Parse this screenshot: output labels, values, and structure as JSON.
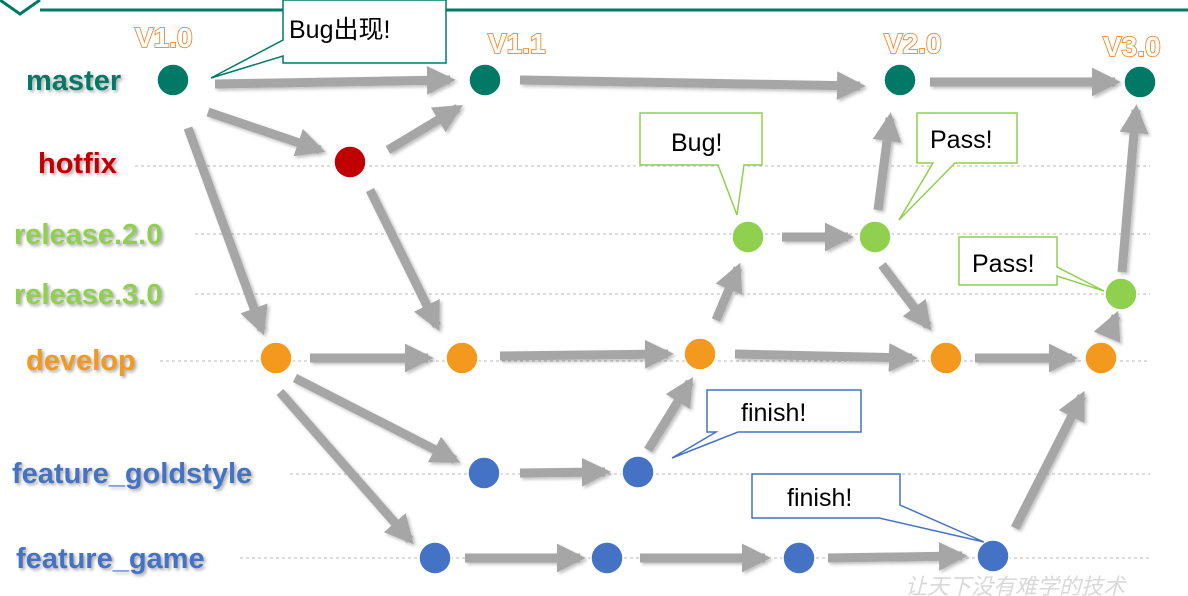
{
  "colors": {
    "master": "#007a66",
    "hotfix": "#c00000",
    "release": "#8fd14f",
    "develop": "#f39a1e",
    "feature": "#4472c4",
    "version": "#f0882b",
    "arrow": "#a6a6a6",
    "frame": "#007a66"
  },
  "branches": {
    "master": "master",
    "hotfix": "hotfix",
    "release_2": "release.2.0",
    "release_3": "release.3.0",
    "develop": "develop",
    "feature_goldstyle": "feature_goldstyle",
    "feature_game": "feature_game"
  },
  "versions": {
    "v1_0": "V1.0",
    "v1_1": "V1.1",
    "v2_0": "V2.0",
    "v3_0": "V3.0"
  },
  "callouts": {
    "bug_found": "Bug出现!",
    "bug": "Bug!",
    "pass_2": "Pass!",
    "pass_3": "Pass!",
    "finish_goldstyle": "finish!",
    "finish_game": "finish!"
  },
  "watermark": "让天下没有难学的技术"
}
